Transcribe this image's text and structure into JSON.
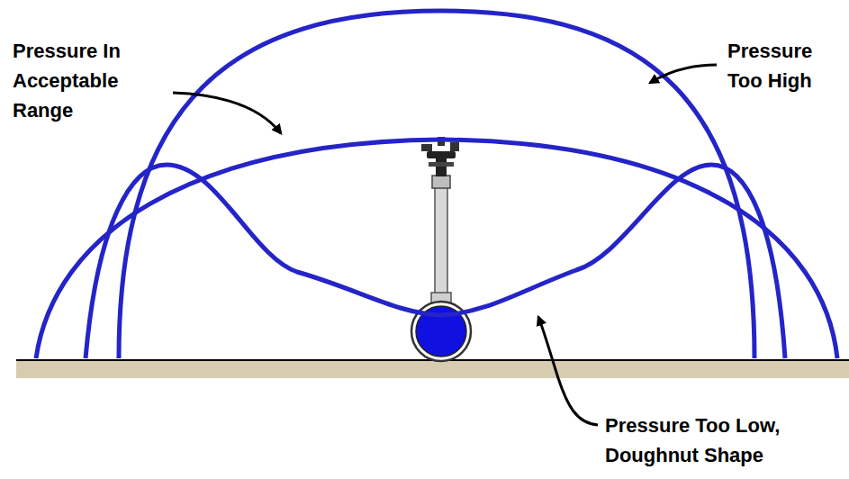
{
  "diagram": {
    "labels": [
      "Pressure In Acceptable Range",
      "Pressure Too High",
      "Pressure Too Low, Doughnut Shape"
    ]
  }
}
